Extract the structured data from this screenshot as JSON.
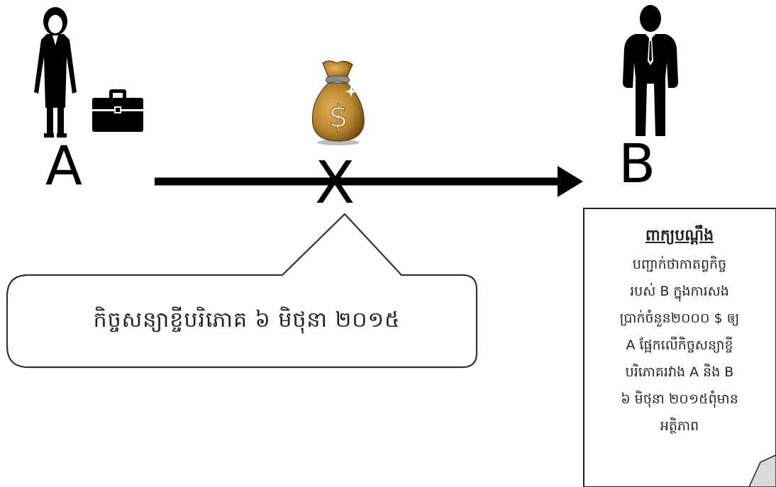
{
  "parties": {
    "a_label": "A",
    "b_label": "B"
  },
  "transfer": {
    "blocked_marker": "X",
    "contract_text": "កិច្ចសន្យាខ្ចីបរិភោគ ៦ មិថុនា ២០១៥"
  },
  "complaint": {
    "title": "ពាក្យបណ្តឹង",
    "lines": [
      "បញ្ជាក់ថាកាតព្វកិច្ច",
      "របស់ B ក្នុងការសង",
      "ប្រាក់ចំនួន២០០០ $ ឲ្យ",
      "A ផ្អែកលើកិច្ចសន្យាខ្ចី",
      "បរិភោគរវាង A និង B",
      "៦ មិថុនា ២០១៥ពុំមាន",
      "អត្ថិភាព"
    ]
  },
  "icons": {
    "woman": "woman-icon",
    "briefcase": "briefcase-icon",
    "man": "man-icon",
    "money": "money-bag-icon"
  },
  "colors": {
    "ink": "#000000",
    "bag": "#b8862e",
    "bag_dark": "#7a5418",
    "paper_fold": "#d9d9d9"
  }
}
